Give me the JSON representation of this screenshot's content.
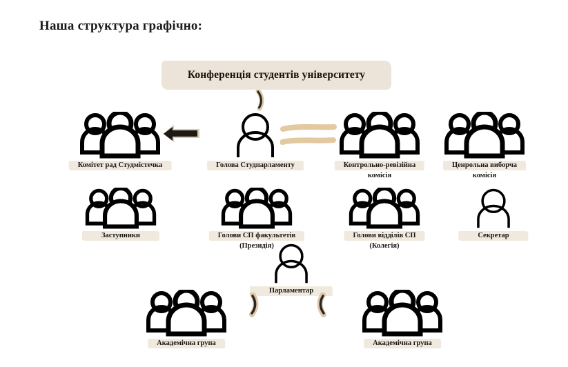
{
  "page": {
    "title": "Наша структура графічно:",
    "background": "#ffffff",
    "accent_beige": "#ece4d8",
    "accent_tan": "#e3c9a0",
    "ink": "#111111"
  },
  "banner": {
    "label": "Конференція студентів університету"
  },
  "nodes": [
    {
      "id": "komitet-rad",
      "label": "Комітет рад Студмістечка",
      "label2": "",
      "icon": "group-of-three-icon"
    },
    {
      "id": "golova",
      "label": "Голова Студпарламенту",
      "label2": "",
      "icon": "single-person-icon"
    },
    {
      "id": "kontrolno",
      "label": "Контрольно-ревізійна",
      "label2": "комісія",
      "icon": "group-of-three-icon"
    },
    {
      "id": "tsentralna",
      "label": "Ценрольна виборча",
      "label2": "комісія",
      "icon": "group-of-three-icon"
    },
    {
      "id": "zastupnyky",
      "label": "Заступники",
      "label2": "",
      "icon": "group-of-three-icon"
    },
    {
      "id": "golovy-fakultetiv",
      "label": "Голови СП факультетів",
      "label2": "(Президія)",
      "icon": "group-of-three-icon"
    },
    {
      "id": "golovy-viddiliv",
      "label": "Голови відділів СП",
      "label2": "(Колегія)",
      "icon": "group-of-three-icon"
    },
    {
      "id": "sekretar",
      "label": "Секретар",
      "label2": "",
      "icon": "single-person-icon"
    },
    {
      "id": "parlamentar",
      "label": "Парламентар",
      "label2": "",
      "icon": "single-person-icon"
    },
    {
      "id": "akadem-grupa-left",
      "label": "Академічна група",
      "label2": "",
      "icon": "group-of-three-icon"
    },
    {
      "id": "akadem-grupa-right",
      "label": "Академічна група",
      "label2": "",
      "icon": "group-of-three-icon"
    }
  ],
  "decorations": [
    {
      "id": "banner-connector",
      "kind": "curved-stroke-icon"
    },
    {
      "id": "left-arrow",
      "kind": "left-arrow-icon"
    },
    {
      "id": "equals-strokes",
      "kind": "double-dash-icon"
    },
    {
      "id": "parlamentar-connector-left",
      "kind": "curved-stroke-icon"
    },
    {
      "id": "parlamentar-connector-right",
      "kind": "curved-stroke-icon"
    }
  ]
}
